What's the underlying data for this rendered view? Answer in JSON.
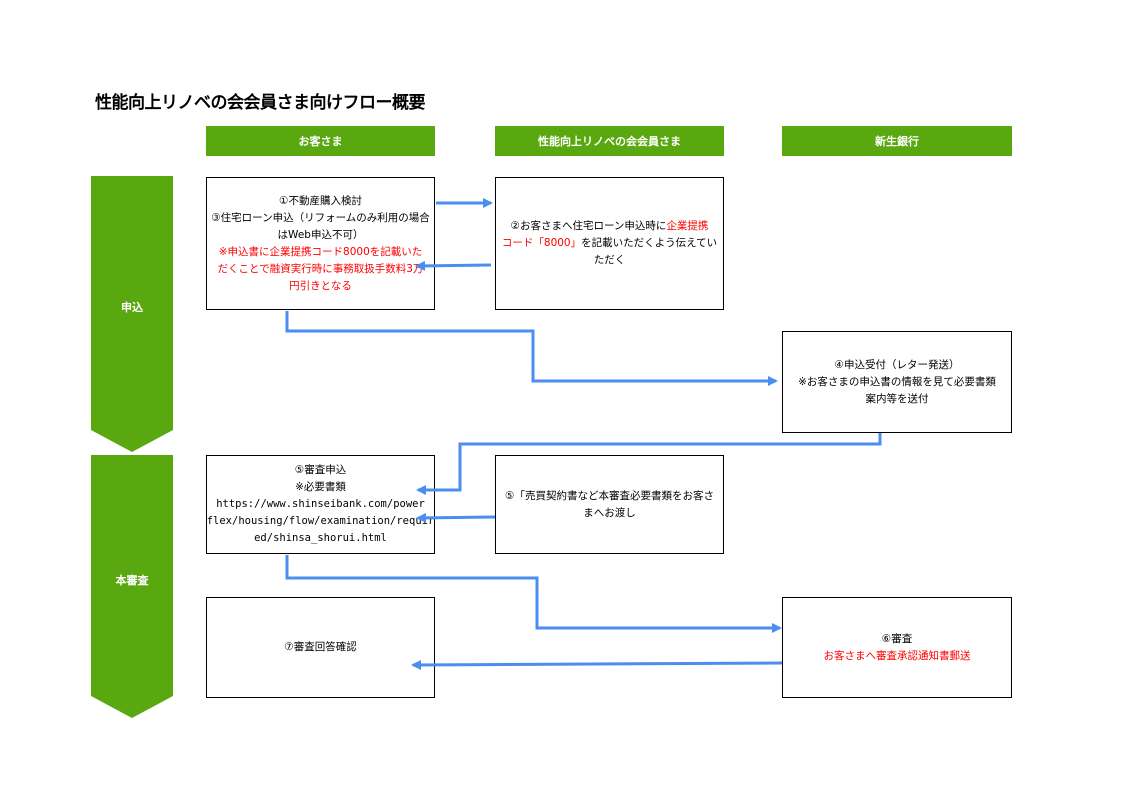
{
  "title": "性能向上リノベの会会員さま向けフロー概要",
  "columns": [
    "お客さま",
    "性能向上リノベの会会員さま",
    "新生銀行"
  ],
  "phases": [
    "申込",
    "本審査"
  ],
  "boxes": {
    "b1": {
      "line1": "①不動産購入検討",
      "line2": "③住宅ローン申込（リフォームのみ利用の場合",
      "line3": "はWeb申込不可）",
      "red1": "※申込書に企業提携コード8000を記載いた",
      "red2": "だくことで融資実行時に事務取扱手数料3万",
      "red3": "円引きとなる"
    },
    "b2": {
      "part1": "②お客さまへ住宅ローン申込時に",
      "red1": "企業提携",
      "red2": "コード「8000」",
      "part2": "を記載いただくよう伝えていただく"
    },
    "b4": {
      "line1": "④申込受付（レター発送）",
      "line2": "※お客さまの申込書の情報を見て必要書類",
      "line3": "案内等を送付"
    },
    "b5": {
      "line1": "⑤審査申込",
      "line2": "※必要書類",
      "url1": "https://www.shinseibank.com/power",
      "url2": "flex/housing/flow/examination/requir",
      "url3": "ed/shinsa_shorui.html"
    },
    "b5b": {
      "line1": "⑤「売買契約書など本審査必要書類をお客さ",
      "line2": "まへお渡し"
    },
    "b6": {
      "line1": "⑥審査",
      "red1": "お客さまへ審査承認通知書郵送"
    },
    "b7": {
      "line1": "⑦審査回答確認"
    }
  },
  "colors": {
    "green": "#5aa810",
    "arrow": "#4a8ef0",
    "red": "#ff0000"
  }
}
